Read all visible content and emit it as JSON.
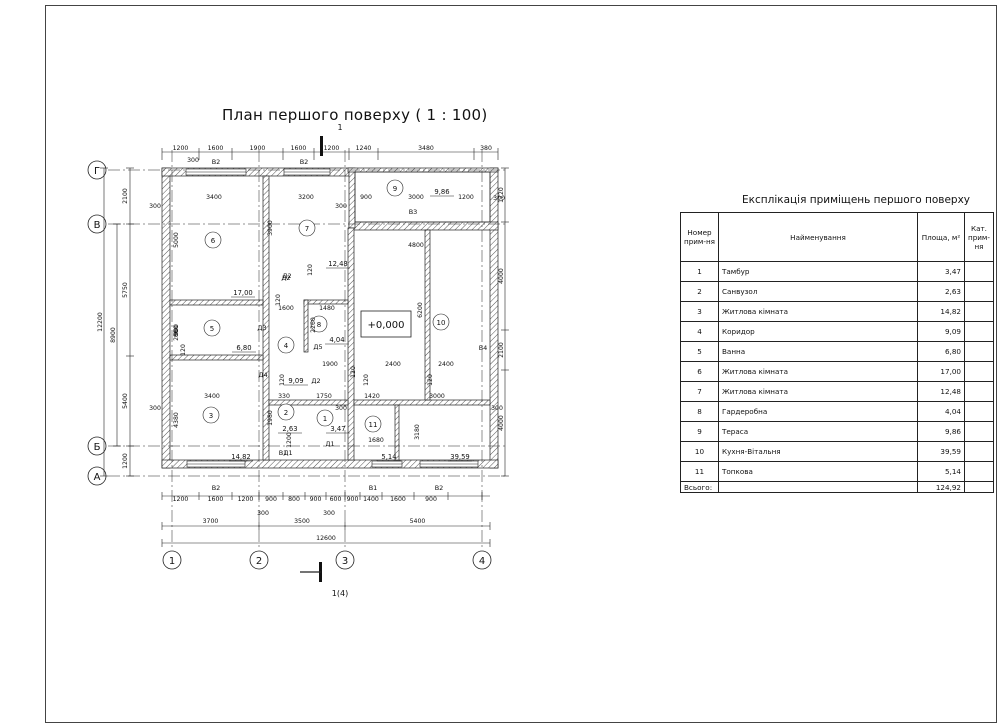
{
  "plan": {
    "title": "План першого поверху ( 1 : 100)",
    "section_top": "1",
    "section_bottom": "1(4)",
    "axes_h": [
      "Г",
      "В",
      "Б",
      "А"
    ],
    "axes_v": [
      "1",
      "2",
      "3",
      "4"
    ],
    "dims_top": [
      "1200",
      "1600",
      "1900",
      "1600",
      "1200",
      "1240",
      "3480",
      "380"
    ],
    "dims_bottom_1": [
      "1200",
      "1600",
      "1200",
      "900",
      "800",
      "900",
      "600",
      "900",
      "1400",
      "1600",
      "900"
    ],
    "dims_bottom_2": [
      "3700",
      "3500",
      "5400"
    ],
    "dim_total_bottom": "12600",
    "dims_left_1": [
      "2100",
      "5750",
      "5400",
      "1200"
    ],
    "dims_left_2": [
      "8900"
    ],
    "dim_total_left": "12200",
    "dims_right": [
      "1720",
      "4000",
      "2100",
      "4000"
    ],
    "small_dims": [
      "300",
      "300",
      "300",
      "300",
      "300",
      "300",
      "300",
      "300",
      "300"
    ],
    "inner_dims": [
      "3400",
      "3200",
      "900",
      "3000",
      "1200",
      "4800",
      "5000",
      "3900",
      "1600",
      "1480",
      "2260",
      "2000",
      "900",
      "85",
      "4380",
      "3400",
      "330",
      "1750",
      "1420",
      "3000",
      "3180",
      "2400",
      "2400",
      "1900",
      "6200",
      "1680",
      "1980",
      "1200",
      "120",
      "120",
      "120",
      "120",
      "120",
      "120",
      "120"
    ],
    "marks": [
      "В2",
      "В2",
      "В3",
      "В1",
      "В2",
      "В2",
      "В4",
      "Д1",
      "Д2",
      "Д3",
      "Д4",
      "Д5",
      "Д2",
      "Д2",
      "Д1",
      "В1"
    ],
    "level": "+0,000",
    "rooms": [
      {
        "num": "1",
        "area": "3,47"
      },
      {
        "num": "2",
        "area": "2,63"
      },
      {
        "num": "3",
        "area": "14,82"
      },
      {
        "num": "4",
        "area": "9,09"
      },
      {
        "num": "5",
        "area": "6,80"
      },
      {
        "num": "6",
        "area": "17,00"
      },
      {
        "num": "7",
        "area": "12,48"
      },
      {
        "num": "8",
        "area": "4,04"
      },
      {
        "num": "9",
        "area": "9,86"
      },
      {
        "num": "10",
        "area": "39,59"
      },
      {
        "num": "11",
        "area": "5,14"
      }
    ]
  },
  "table": {
    "title": "Експлікація приміщень першого поверху",
    "headers": [
      "Номер прим-ня",
      "Найменування",
      "Площа, м²",
      "Кат. прим-ня"
    ],
    "rows": [
      {
        "num": "1",
        "name": "Тамбур",
        "area": "3,47"
      },
      {
        "num": "2",
        "name": "Санвузол",
        "area": "2,63"
      },
      {
        "num": "3",
        "name": "Житлова кімната",
        "area": "14,82"
      },
      {
        "num": "4",
        "name": "Коридор",
        "area": "9,09"
      },
      {
        "num": "5",
        "name": "Ванна",
        "area": "6,80"
      },
      {
        "num": "6",
        "name": "Житлова кімната",
        "area": "17,00"
      },
      {
        "num": "7",
        "name": "Житлова кімната",
        "area": "12,48"
      },
      {
        "num": "8",
        "name": "Гардеробна",
        "area": "4,04"
      },
      {
        "num": "9",
        "name": "Тераса",
        "area": "9,86"
      },
      {
        "num": "10",
        "name": "Кухня-Вітальня",
        "area": "39,59"
      },
      {
        "num": "11",
        "name": "Топкова",
        "area": "5,14"
      }
    ],
    "total_label": "Всього:",
    "total_value": "124,92"
  }
}
